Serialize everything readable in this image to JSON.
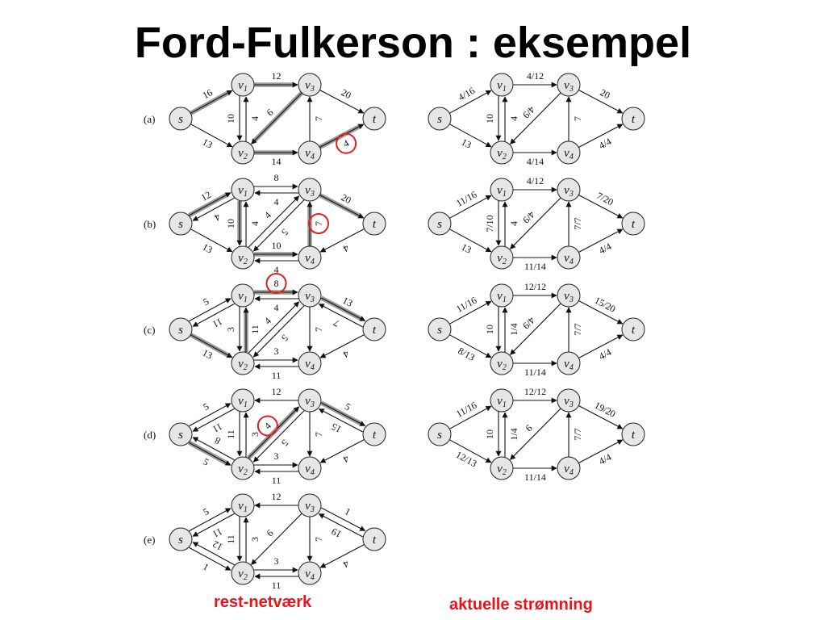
{
  "title": "Ford-Fulkerson : eksempel",
  "captions": {
    "left": "rest-netværk",
    "right": "aktuelle strømning"
  },
  "colors": {
    "highlight_circle": "#e02020",
    "caption": "#e8141b"
  },
  "nodes": [
    "s",
    "v1",
    "v2",
    "v3",
    "v4",
    "t"
  ],
  "panels": [
    {
      "label": "(a)",
      "residual": [
        {
          "from": "s",
          "to": "v1",
          "label": "16",
          "aug": true
        },
        {
          "from": "s",
          "to": "v2",
          "label": "13"
        },
        {
          "from": "v1",
          "to": "v3",
          "label": "12",
          "aug": true
        },
        {
          "from": "v1",
          "to": "v2",
          "label": "10"
        },
        {
          "from": "v2",
          "to": "v1",
          "label": "4"
        },
        {
          "from": "v3",
          "to": "v2",
          "label": "9",
          "aug": true
        },
        {
          "from": "v2",
          "to": "v4",
          "label": "14",
          "aug": true
        },
        {
          "from": "v3",
          "to": "t",
          "label": "20"
        },
        {
          "from": "v4",
          "to": "v3",
          "label": "7"
        },
        {
          "from": "v4",
          "to": "t",
          "label": "4",
          "aug": true,
          "circled": true
        }
      ],
      "flow": [
        {
          "from": "s",
          "to": "v1",
          "label": "4/16"
        },
        {
          "from": "s",
          "to": "v2",
          "label": "13"
        },
        {
          "from": "v1",
          "to": "v3",
          "label": "4/12"
        },
        {
          "from": "v1",
          "to": "v2",
          "label": "10"
        },
        {
          "from": "v2",
          "to": "v1",
          "label": "4"
        },
        {
          "from": "v3",
          "to": "v2",
          "label": "4/9"
        },
        {
          "from": "v2",
          "to": "v4",
          "label": "4/14"
        },
        {
          "from": "v3",
          "to": "t",
          "label": "20"
        },
        {
          "from": "v4",
          "to": "v3",
          "label": "7"
        },
        {
          "from": "v4",
          "to": "t",
          "label": "4/4"
        }
      ]
    },
    {
      "label": "(b)",
      "residual": [
        {
          "from": "s",
          "to": "v1",
          "label": "12",
          "aug": true
        },
        {
          "from": "v1",
          "to": "s",
          "label": "4"
        },
        {
          "from": "s",
          "to": "v2",
          "label": "13"
        },
        {
          "from": "v1",
          "to": "v3",
          "label": "8"
        },
        {
          "from": "v3",
          "to": "v1",
          "label": "4"
        },
        {
          "from": "v1",
          "to": "v2",
          "label": "10",
          "aug": true
        },
        {
          "from": "v2",
          "to": "v1",
          "label": "4"
        },
        {
          "from": "v3",
          "to": "v2",
          "label": "5"
        },
        {
          "from": "v2",
          "to": "v3",
          "label": "4"
        },
        {
          "from": "v2",
          "to": "v4",
          "label": "10",
          "aug": true
        },
        {
          "from": "v4",
          "to": "v2",
          "label": "4"
        },
        {
          "from": "v4",
          "to": "v3",
          "label": "7",
          "aug": true,
          "circled": true
        },
        {
          "from": "v3",
          "to": "t",
          "label": "20",
          "aug": true
        },
        {
          "from": "t",
          "to": "v4",
          "label": "4"
        }
      ],
      "flow": [
        {
          "from": "s",
          "to": "v1",
          "label": "11/16"
        },
        {
          "from": "s",
          "to": "v2",
          "label": "13"
        },
        {
          "from": "v1",
          "to": "v3",
          "label": "4/12"
        },
        {
          "from": "v1",
          "to": "v2",
          "label": "7/10"
        },
        {
          "from": "v2",
          "to": "v1",
          "label": "4"
        },
        {
          "from": "v3",
          "to": "v2",
          "label": "4/9"
        },
        {
          "from": "v2",
          "to": "v4",
          "label": "11/14"
        },
        {
          "from": "v3",
          "to": "t",
          "label": "7/20"
        },
        {
          "from": "v4",
          "to": "v3",
          "label": "7/7"
        },
        {
          "from": "v4",
          "to": "t",
          "label": "4/4"
        }
      ]
    },
    {
      "label": "(c)",
      "residual": [
        {
          "from": "s",
          "to": "v1",
          "label": "5"
        },
        {
          "from": "v1",
          "to": "s",
          "label": "11"
        },
        {
          "from": "s",
          "to": "v2",
          "label": "13",
          "aug": true
        },
        {
          "from": "v1",
          "to": "v3",
          "label": "8",
          "aug": true,
          "circled": true
        },
        {
          "from": "v3",
          "to": "v1",
          "label": "4"
        },
        {
          "from": "v1",
          "to": "v2",
          "label": "3"
        },
        {
          "from": "v2",
          "to": "v1",
          "label": "11",
          "aug": true
        },
        {
          "from": "v3",
          "to": "v2",
          "label": "5"
        },
        {
          "from": "v2",
          "to": "v3",
          "label": "4"
        },
        {
          "from": "v2",
          "to": "v4",
          "label": "3"
        },
        {
          "from": "v4",
          "to": "v2",
          "label": "11"
        },
        {
          "from": "v3",
          "to": "v4",
          "label": "7"
        },
        {
          "from": "v3",
          "to": "t",
          "label": "13",
          "aug": true
        },
        {
          "from": "t",
          "to": "v3",
          "label": "7"
        },
        {
          "from": "t",
          "to": "v4",
          "label": "4"
        }
      ],
      "flow": [
        {
          "from": "s",
          "to": "v1",
          "label": "11/16"
        },
        {
          "from": "s",
          "to": "v2",
          "label": "8/13"
        },
        {
          "from": "v1",
          "to": "v3",
          "label": "12/12"
        },
        {
          "from": "v1",
          "to": "v2",
          "label": "10"
        },
        {
          "from": "v2",
          "to": "v1",
          "label": "1/4"
        },
        {
          "from": "v3",
          "to": "v2",
          "label": "4/9"
        },
        {
          "from": "v2",
          "to": "v4",
          "label": "11/14"
        },
        {
          "from": "v3",
          "to": "t",
          "label": "15/20"
        },
        {
          "from": "v4",
          "to": "v3",
          "label": "7/7"
        },
        {
          "from": "v4",
          "to": "t",
          "label": "4/4"
        }
      ]
    },
    {
      "label": "(d)",
      "residual": [
        {
          "from": "s",
          "to": "v1",
          "label": "5"
        },
        {
          "from": "v1",
          "to": "s",
          "label": "11"
        },
        {
          "from": "s",
          "to": "v2",
          "label": "5",
          "aug": true
        },
        {
          "from": "v2",
          "to": "s",
          "label": "8"
        },
        {
          "from": "v3",
          "to": "v1",
          "label": "12"
        },
        {
          "from": "v1",
          "to": "v2",
          "label": "11"
        },
        {
          "from": "v2",
          "to": "v1",
          "label": "3"
        },
        {
          "from": "v2",
          "to": "v3",
          "label": "4",
          "aug": true,
          "circled": true
        },
        {
          "from": "v3",
          "to": "v2",
          "label": "5"
        },
        {
          "from": "v2",
          "to": "v4",
          "label": "3"
        },
        {
          "from": "v4",
          "to": "v2",
          "label": "11"
        },
        {
          "from": "v3",
          "to": "v4",
          "label": "7"
        },
        {
          "from": "v3",
          "to": "t",
          "label": "5",
          "aug": true
        },
        {
          "from": "t",
          "to": "v3",
          "label": "15"
        },
        {
          "from": "t",
          "to": "v4",
          "label": "4"
        }
      ],
      "flow": [
        {
          "from": "s",
          "to": "v1",
          "label": "11/16"
        },
        {
          "from": "s",
          "to": "v2",
          "label": "12/13"
        },
        {
          "from": "v1",
          "to": "v3",
          "label": "12/12"
        },
        {
          "from": "v1",
          "to": "v2",
          "label": "10"
        },
        {
          "from": "v2",
          "to": "v1",
          "label": "1/4"
        },
        {
          "from": "v3",
          "to": "v2",
          "label": "9"
        },
        {
          "from": "v2",
          "to": "v4",
          "label": "11/14"
        },
        {
          "from": "v3",
          "to": "t",
          "label": "19/20"
        },
        {
          "from": "v4",
          "to": "v3",
          "label": "7/7"
        },
        {
          "from": "v4",
          "to": "t",
          "label": "4/4"
        }
      ]
    },
    {
      "label": "(e)",
      "residual": [
        {
          "from": "s",
          "to": "v1",
          "label": "5"
        },
        {
          "from": "v1",
          "to": "s",
          "label": "11"
        },
        {
          "from": "s",
          "to": "v2",
          "label": "1"
        },
        {
          "from": "v2",
          "to": "s",
          "label": "12"
        },
        {
          "from": "v3",
          "to": "v1",
          "label": "12"
        },
        {
          "from": "v1",
          "to": "v2",
          "label": "11"
        },
        {
          "from": "v2",
          "to": "v1",
          "label": "3"
        },
        {
          "from": "v3",
          "to": "v2",
          "label": "9"
        },
        {
          "from": "v2",
          "to": "v4",
          "label": "3"
        },
        {
          "from": "v4",
          "to": "v2",
          "label": "11"
        },
        {
          "from": "v3",
          "to": "v4",
          "label": "7"
        },
        {
          "from": "v3",
          "to": "t",
          "label": "1"
        },
        {
          "from": "t",
          "to": "v3",
          "label": "19"
        },
        {
          "from": "t",
          "to": "v4",
          "label": "4"
        }
      ]
    }
  ]
}
